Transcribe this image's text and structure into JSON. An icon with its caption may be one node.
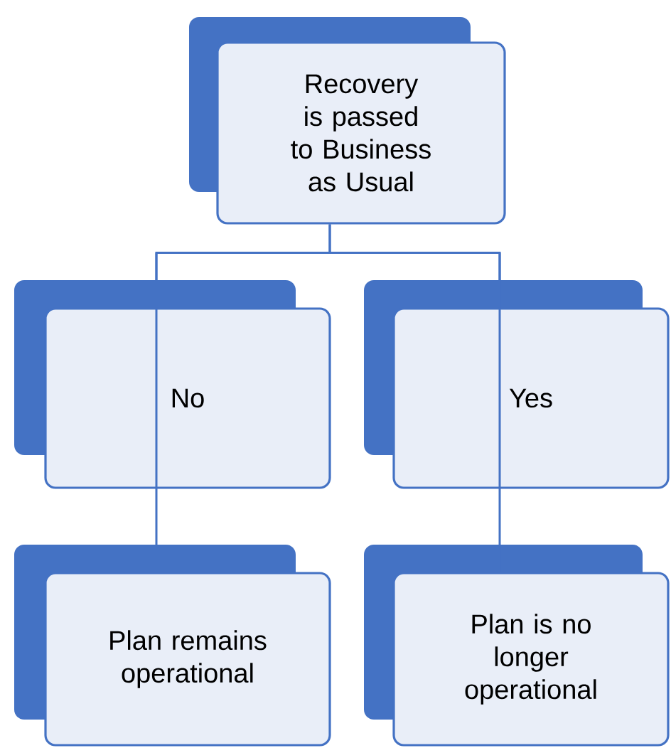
{
  "diagram": {
    "nodes": [
      {
        "text": [
          "Recovery is passed to Business as Usual"
        ]
      },
      {
        "text": [
          "No"
        ]
      },
      {
        "text": [
          "Yes"
        ]
      },
      {
        "text": [
          "Plan remains operational"
        ]
      },
      {
        "text": [
          "Plan is no longer operational"
        ]
      }
    ],
    "edges": [
      {
        "from": 0,
        "to": 1,
        "arrow": "none"
      },
      {
        "from": 0,
        "to": 2,
        "arrow": "none"
      },
      {
        "from": 1,
        "to": 3,
        "arrow": "none"
      },
      {
        "from": 2,
        "to": 4,
        "arrow": "none"
      }
    ]
  }
}
